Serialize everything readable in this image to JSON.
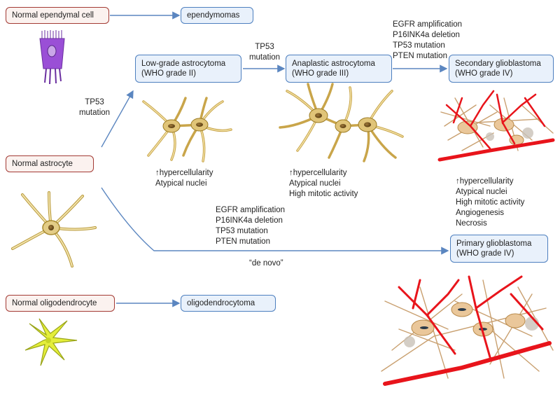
{
  "normal_cells": {
    "ependymal": "Normal ependymal cell",
    "astrocyte": "Normal astrocyte",
    "oligodendrocyte": "Normal oligodendrocyte"
  },
  "tumors": {
    "ependymomas": "ependymomas",
    "oligodendrocytoma": "oligodendrocytoma",
    "low_grade": {
      "line1": "Low-grade astrocytoma",
      "line2": "(WHO grade II)"
    },
    "anaplastic": {
      "line1": "Anaplastic astrocytoma",
      "line2": "(WHO grade III)"
    },
    "secondary_gbm": {
      "line1": "Secondary glioblastoma",
      "line2": "(WHO grade IV)"
    },
    "primary_gbm": {
      "line1": "Primary glioblastoma",
      "line2": "(WHO grade IV)"
    }
  },
  "transitions": {
    "astro_to_low": [
      "TP53",
      "mutation"
    ],
    "low_to_anaplastic": [
      "TP53",
      "mutation"
    ],
    "anaplastic_to_secondary": [
      "EGFR amplification",
      "P16INK4a deletion",
      "TP53 mutation",
      "PTEN mutation"
    ],
    "astro_to_primary": [
      "EGFR amplification",
      "P16INK4a deletion",
      "TP53 mutation",
      "PTEN mutation"
    ],
    "de_novo": "“de novo”"
  },
  "features": {
    "low_grade": [
      "↑hypercellularity",
      "Atypical nuclei"
    ],
    "anaplastic": [
      "↑hypercellularity",
      "Atypical nuclei",
      "High mitotic activity"
    ],
    "glioblastoma": [
      "↑hypercellularity",
      "Atypical nuclei",
      "High mitotic activity",
      "Angiogenesis",
      "Necrosis"
    ]
  },
  "colors": {
    "normal_border": "#a33a34",
    "normal_fill": "#fbf2ef",
    "tumor_border": "#4d7fbf",
    "tumor_fill": "#e9f1fb",
    "arrow": "#5b86c0",
    "astrocyte": "#e3cc86",
    "vessel": "#e8141b",
    "oligodendrocyte": "#e4ee3a",
    "ependymal": "#9a4fd6"
  }
}
